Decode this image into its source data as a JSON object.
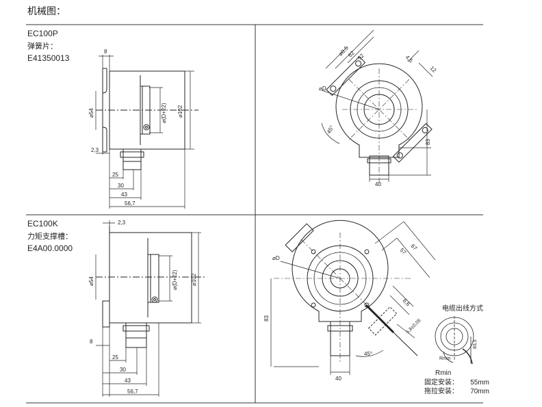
{
  "title": "机械图：",
  "panel1": {
    "model": "EC100P",
    "sub_label": "弹簧片：",
    "part_no": "E41350013",
    "side_dims": [
      "8",
      "⌀54",
      "⌀(D+22)",
      "⌀102",
      "2,3",
      "25",
      "30",
      "43",
      "56,7"
    ],
    "front_dims": [
      "⌀8,5",
      "62",
      "52",
      "4,5",
      "12",
      "⌀D",
      "45°",
      "83",
      "40"
    ]
  },
  "panel2": {
    "model": "EC100K",
    "sub_label": "力矩支撑槽：",
    "part_no": "E4A00.0000",
    "side_dims": [
      "2,3",
      "⌀54",
      "⌀(D+22)",
      "⌀102",
      "8",
      "25",
      "30",
      "43",
      "56,7"
    ],
    "front_dims": [
      "67",
      "57",
      "⌀D",
      "83",
      "6,6",
      "5,8±0,05",
      "45°",
      "40"
    ]
  },
  "cable_note": {
    "title": "电缆出线方式",
    "dim": "83,5",
    "rmin_tag": "Rmin",
    "rmin_label": "Rmin",
    "fixed_label": "固定安装：",
    "fixed_value": "55mm",
    "drag_label": "拖拉安装：",
    "drag_value": "70mm"
  }
}
